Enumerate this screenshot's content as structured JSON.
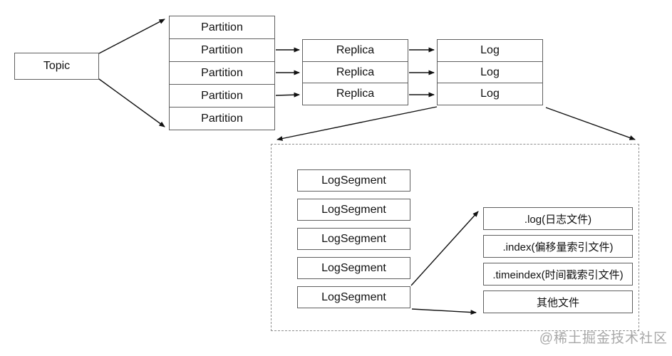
{
  "diagram": {
    "topic_label": "Topic",
    "partitions": [
      "Partition",
      "Partition",
      "Partition",
      "Partition",
      "Partition"
    ],
    "replicas": [
      "Replica",
      "Replica",
      "Replica"
    ],
    "logs": [
      "Log",
      "Log",
      "Log"
    ],
    "segments": [
      "LogSegment",
      "LogSegment",
      "LogSegment",
      "LogSegment",
      "LogSegment"
    ],
    "files": [
      ".log(日志文件)",
      ".index(偏移量索引文件)",
      ".timeindex(时间戳索引文件)",
      "其他文件"
    ],
    "watermark": "@稀土掘金技术社区",
    "colors": {
      "box_border": "#5f5f5f",
      "dashed_border": "#8f8f8f",
      "arrow": "#111111",
      "watermark": "#a8a8a8"
    }
  }
}
